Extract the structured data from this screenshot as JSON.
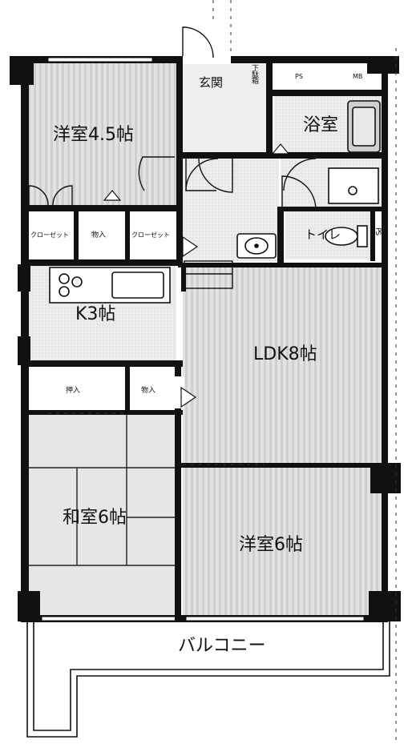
{
  "rooms": {
    "western_room_1": "洋室4.5帖",
    "entrance": "玄関",
    "shoe_box": "下駄箱",
    "ps_top": "PS",
    "mb": "MB",
    "bathroom": "浴室",
    "closet_1": "クローゼット",
    "storage_1": "物入",
    "closet_2": "クローゼット",
    "toilet": "トイレ",
    "ps_side": "PS",
    "kitchen": "K3帖",
    "ldk": "LDK8帖",
    "oshiire": "押入",
    "storage_2": "物入",
    "japanese_room": "和室6帖",
    "western_room_2": "洋室6帖",
    "balcony": "バルコニー"
  }
}
